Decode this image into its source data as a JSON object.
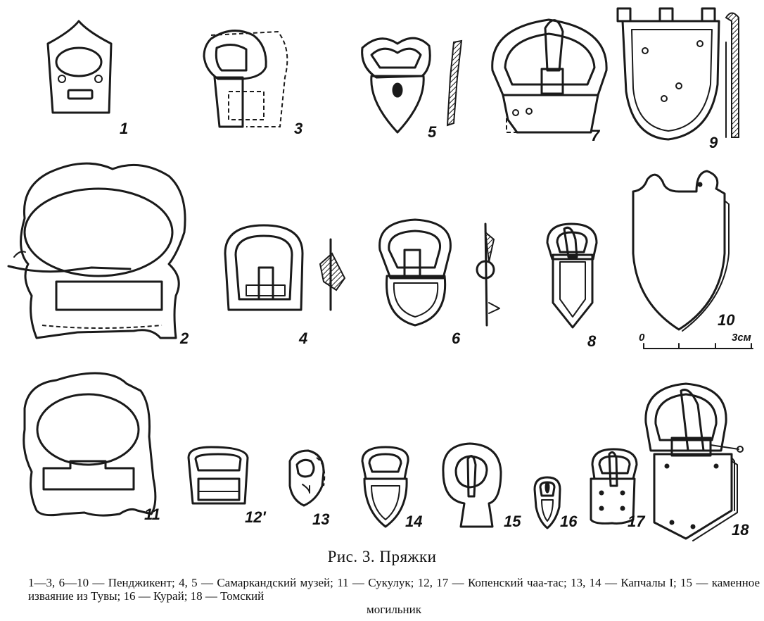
{
  "figure": {
    "labels": [
      "1",
      "2",
      "3",
      "4",
      "5",
      "6",
      "7",
      "8",
      "9",
      "10",
      "11",
      "12'",
      "13",
      "14",
      "15",
      "16",
      "17",
      "18"
    ],
    "scale": {
      "start": "0",
      "end": "3см"
    }
  },
  "caption": {
    "title": "Рис. 3. Пряжки",
    "text": "1—3, 6—10 — Пенджикент; 4, 5 — Самаркандский музей; 11 — Сукулук; 12, 17 — Копенский чаа-тас; 13, 14 — Капчалы I; 15 — каменное изваяние из Тувы; 16 — Курай; 18 — Томский",
    "text_last": "могильник"
  }
}
